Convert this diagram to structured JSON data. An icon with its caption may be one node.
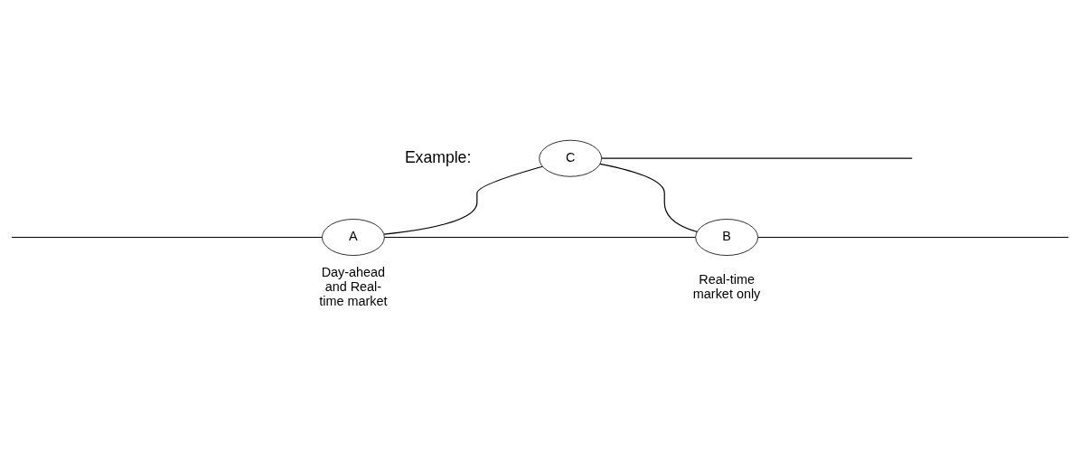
{
  "diagram": {
    "nodes": [
      {
        "text": [
          "C"
        ]
      },
      {
        "text": [
          "A"
        ],
        "beside": [
          "Day-ahead and Real-time market"
        ]
      },
      {
        "text": [
          "B"
        ],
        "beside": [
          "Real-time market only"
        ]
      }
    ],
    "edges": [
      {
        "from": 0,
        "to": 1,
        "arrow": "none"
      },
      {
        "from": 0,
        "to": 2,
        "arrow": "none"
      },
      {
        "from": null,
        "to": 1,
        "arrow": "none"
      },
      {
        "from": 1,
        "to": 2,
        "arrow": "none"
      },
      {
        "from": 2,
        "to": null,
        "arrow": "none"
      },
      {
        "from": 0,
        "to": null,
        "arrow": "none"
      }
    ],
    "labels": [
      "Example:"
    ]
  }
}
